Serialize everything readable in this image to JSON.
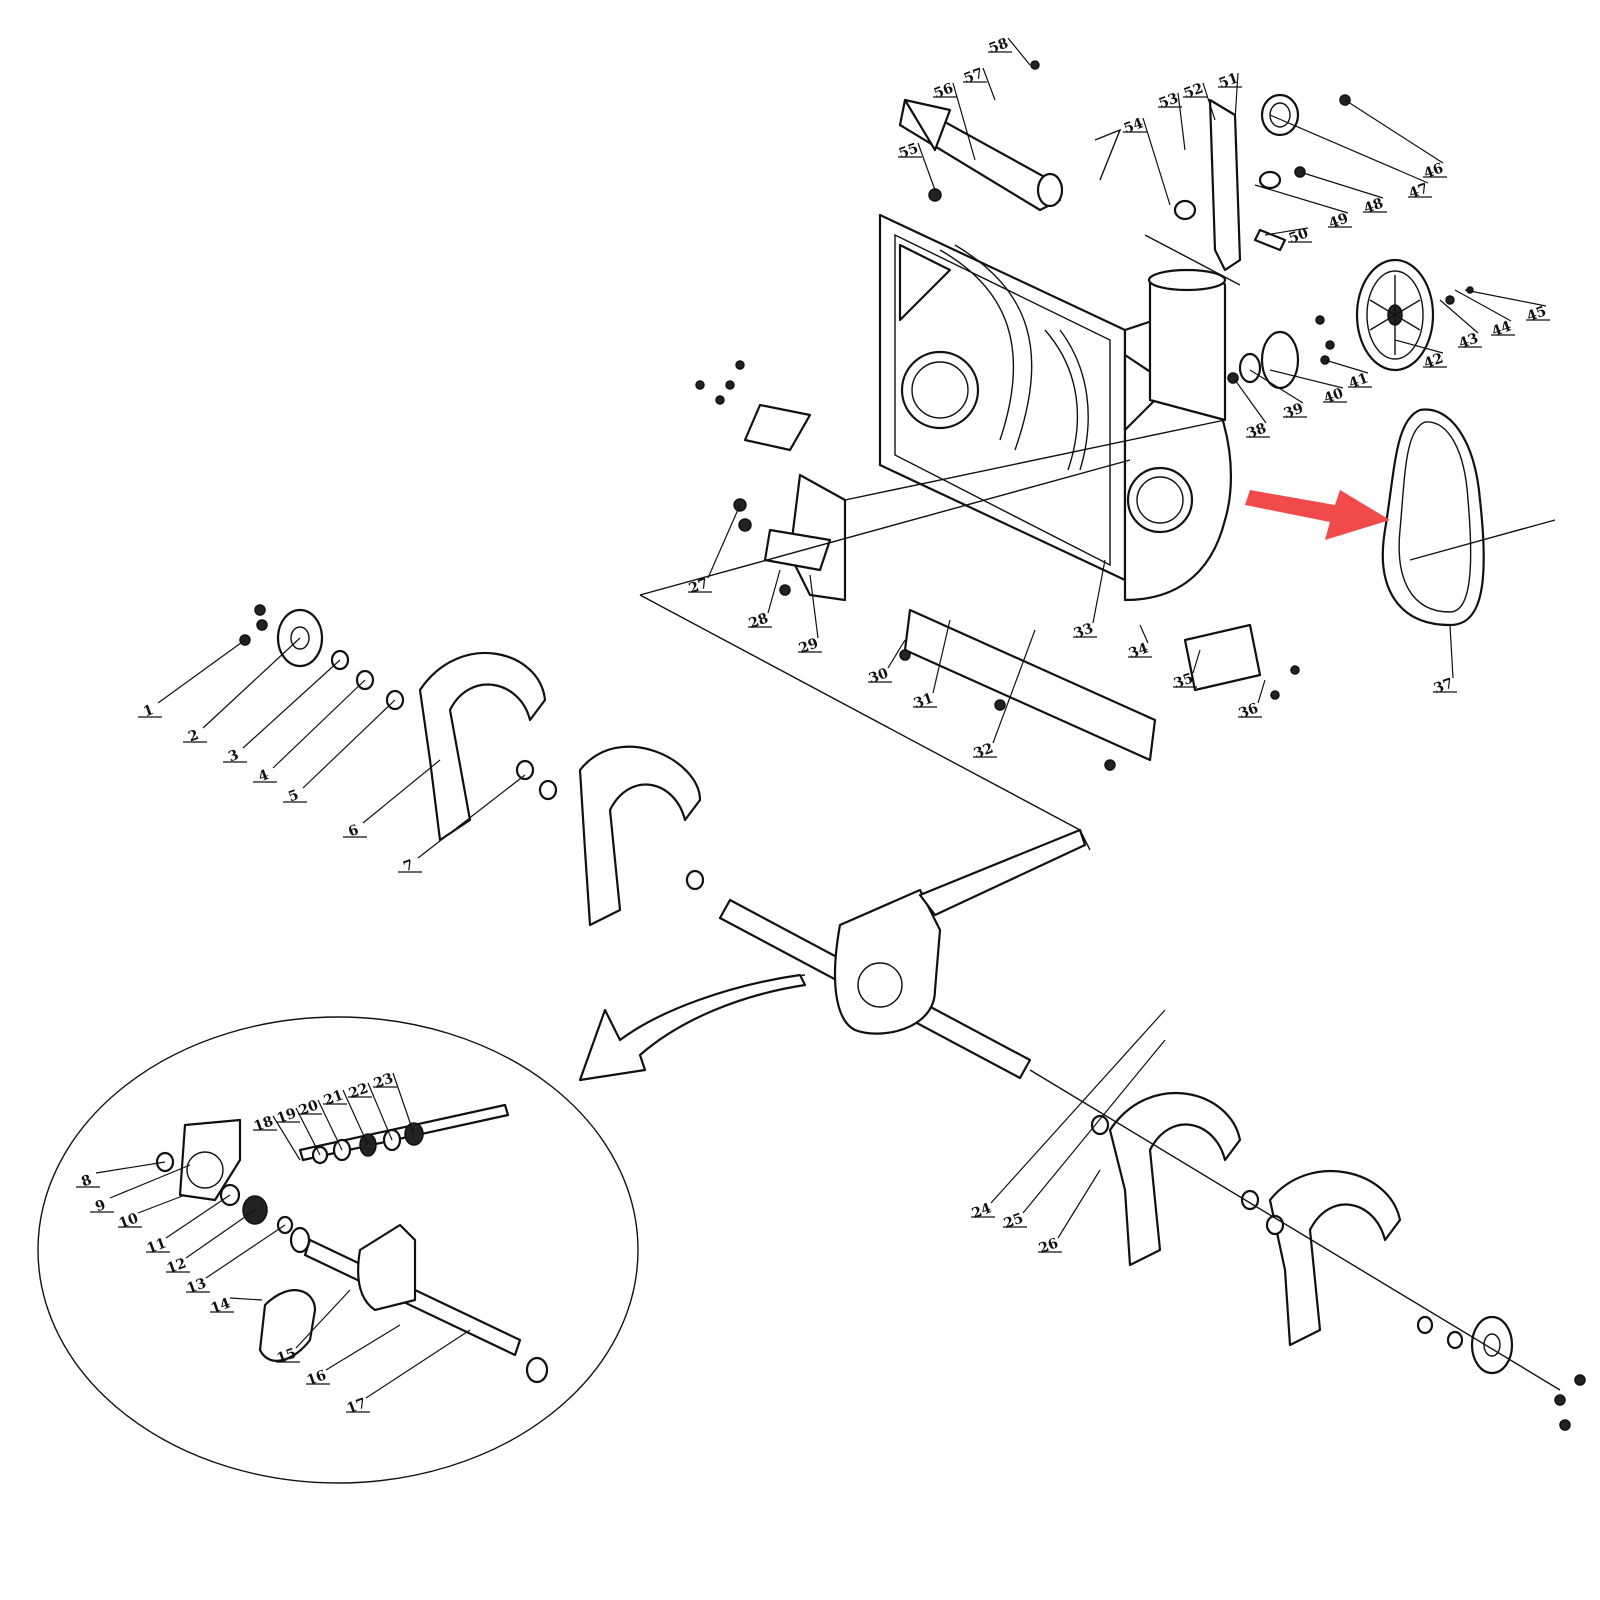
{
  "diagram": {
    "callouts": [
      {
        "label": "1"
      },
      {
        "label": "2"
      },
      {
        "label": "3"
      },
      {
        "label": "4"
      },
      {
        "label": "5"
      },
      {
        "label": "6"
      },
      {
        "label": "7"
      },
      {
        "label": "8"
      },
      {
        "label": "9"
      },
      {
        "label": "10"
      },
      {
        "label": "11"
      },
      {
        "label": "12"
      },
      {
        "label": "13"
      },
      {
        "label": "14"
      },
      {
        "label": "15"
      },
      {
        "label": "16"
      },
      {
        "label": "17"
      },
      {
        "label": "18"
      },
      {
        "label": "19"
      },
      {
        "label": "20"
      },
      {
        "label": "21"
      },
      {
        "label": "22"
      },
      {
        "label": "23"
      },
      {
        "label": "24"
      },
      {
        "label": "25"
      },
      {
        "label": "26"
      },
      {
        "label": "27"
      },
      {
        "label": "28"
      },
      {
        "label": "29"
      },
      {
        "label": "30"
      },
      {
        "label": "31"
      },
      {
        "label": "32"
      },
      {
        "label": "33"
      },
      {
        "label": "34"
      },
      {
        "label": "35"
      },
      {
        "label": "36"
      },
      {
        "label": "37"
      },
      {
        "label": "38"
      },
      {
        "label": "39"
      },
      {
        "label": "40"
      },
      {
        "label": "41"
      },
      {
        "label": "42"
      },
      {
        "label": "43"
      },
      {
        "label": "44"
      },
      {
        "label": "45"
      },
      {
        "label": "46"
      },
      {
        "label": "47"
      },
      {
        "label": "48"
      },
      {
        "label": "49"
      },
      {
        "label": "50"
      },
      {
        "label": "51"
      },
      {
        "label": "52"
      },
      {
        "label": "53"
      },
      {
        "label": "54"
      },
      {
        "label": "55"
      },
      {
        "label": "56"
      },
      {
        "label": "57"
      },
      {
        "label": "58"
      }
    ],
    "highlight_color": "#f04a4a",
    "line_color": "#111111"
  }
}
